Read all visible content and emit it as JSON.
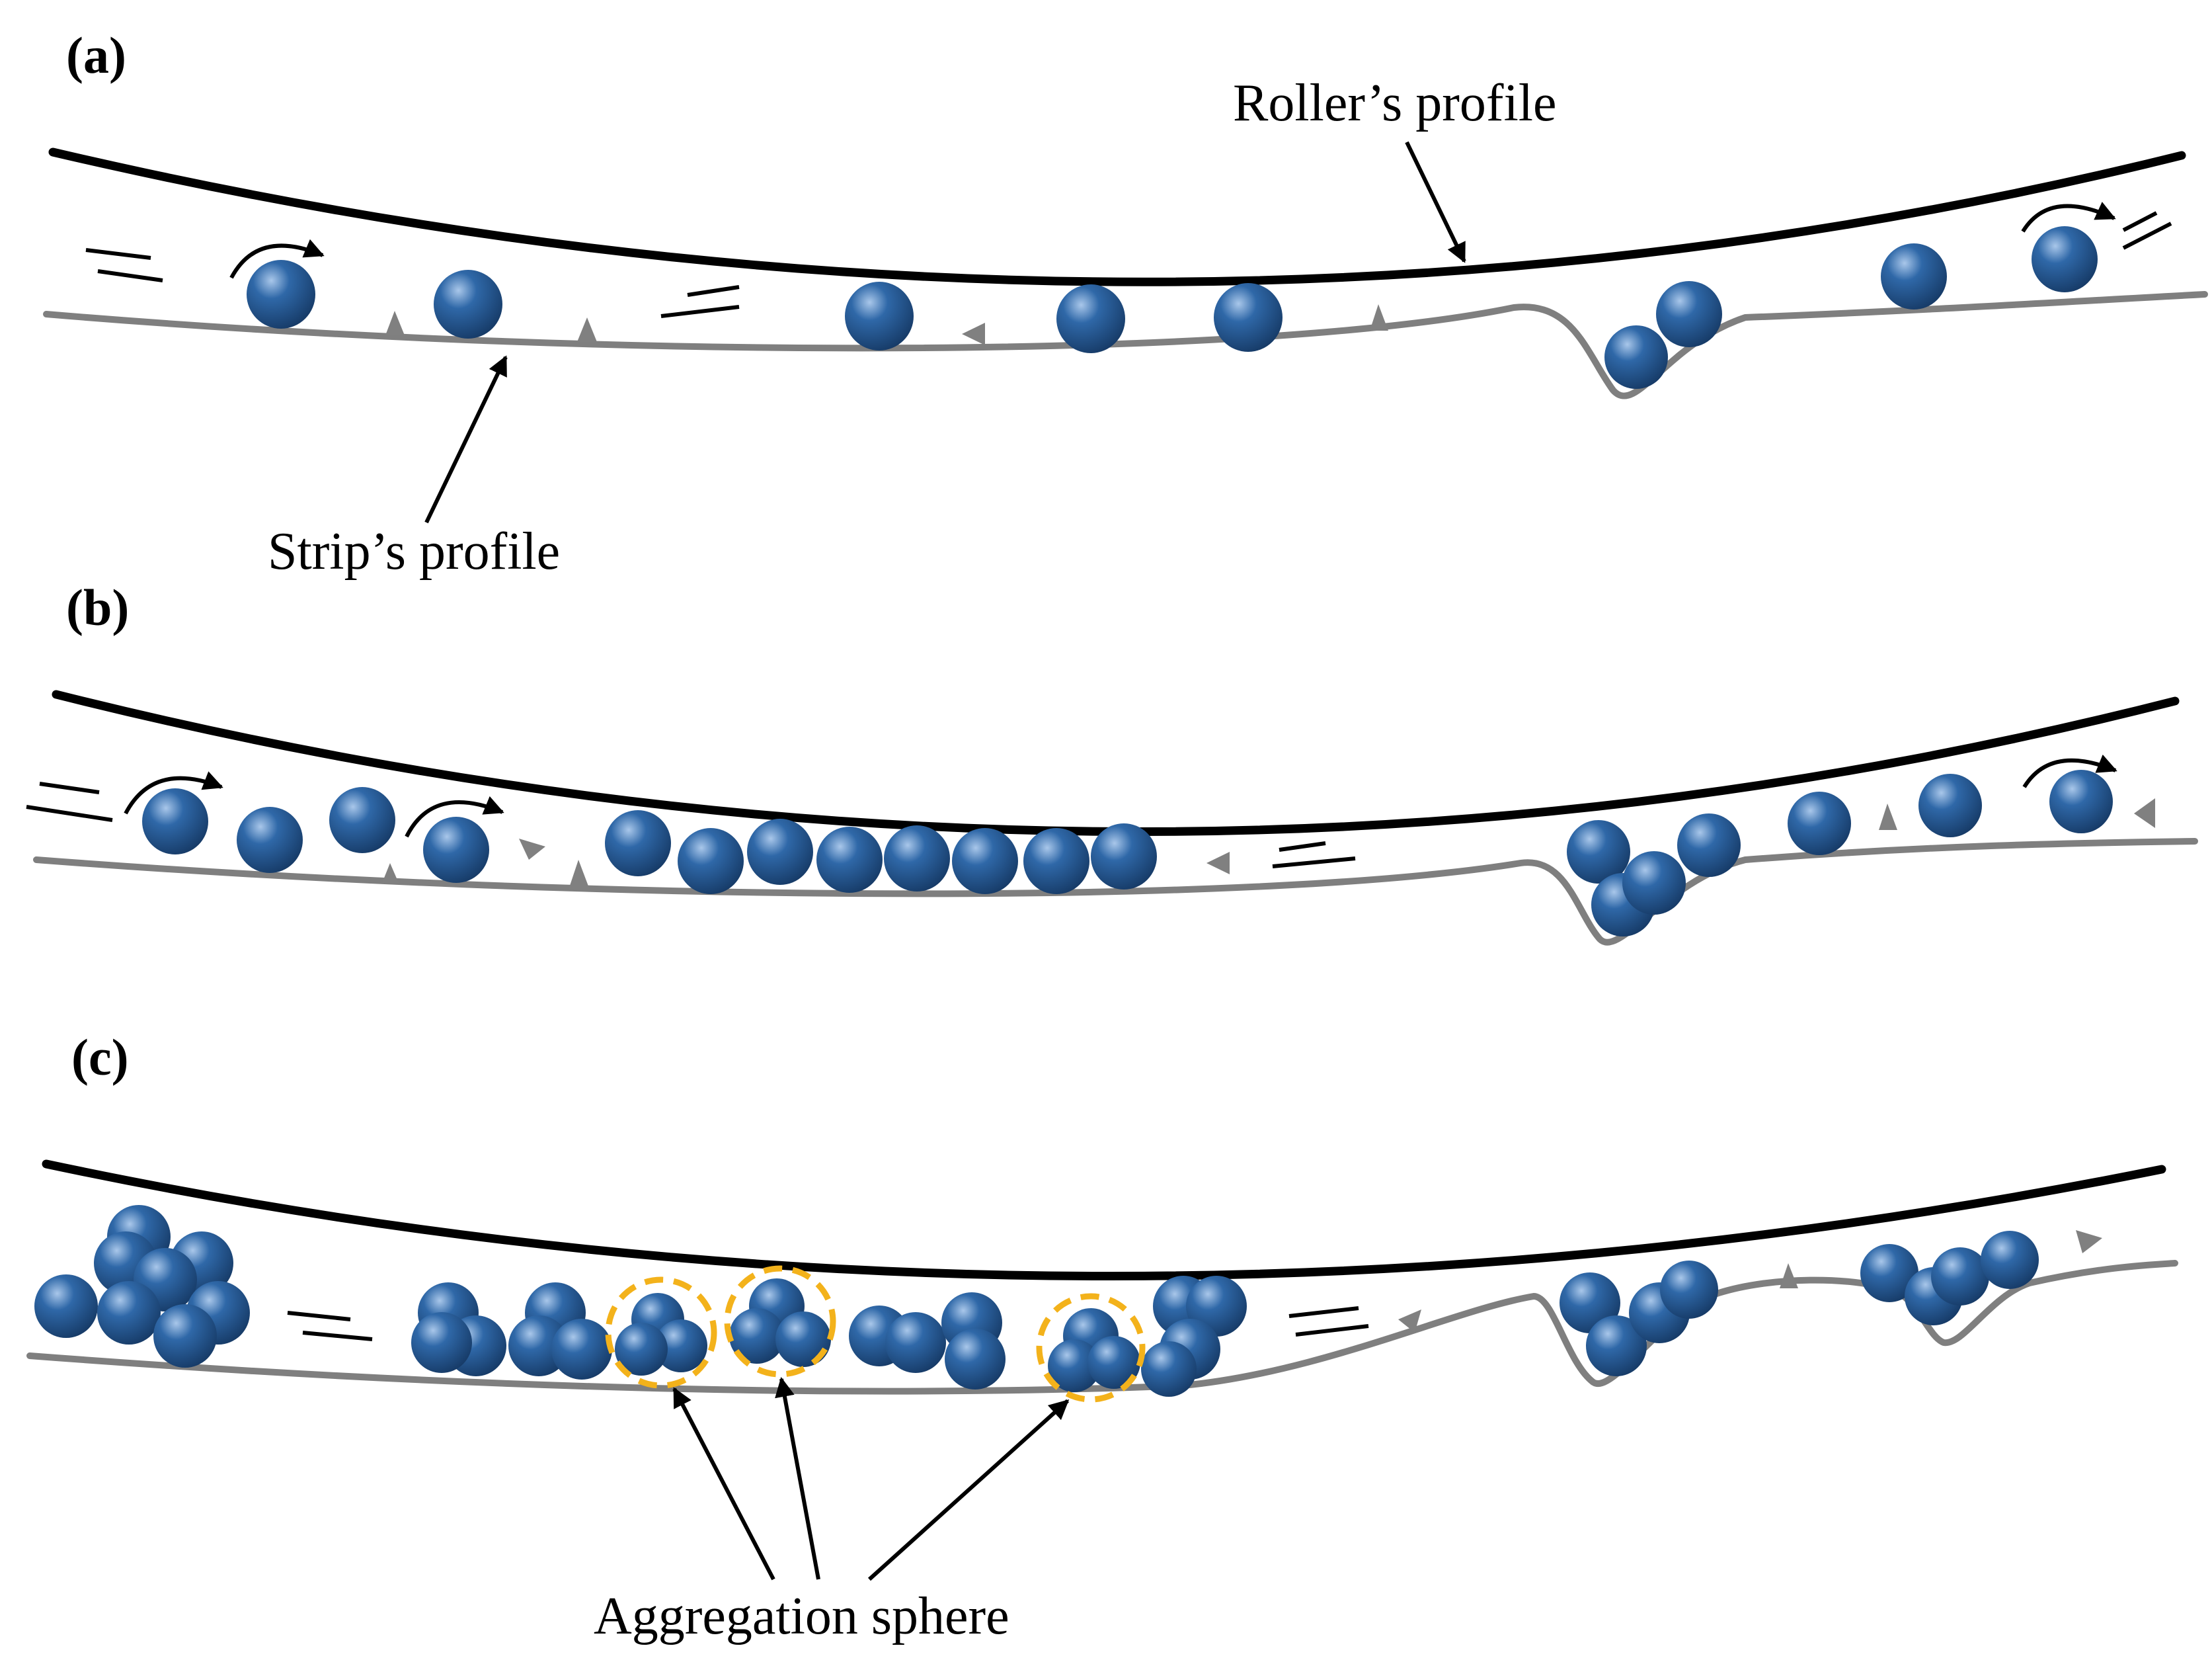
{
  "panels": [
    {
      "id": "a",
      "label": "(a)"
    },
    {
      "id": "b",
      "label": "(b)"
    },
    {
      "id": "c",
      "label": "(c)"
    }
  ],
  "annotations": {
    "roller": "Roller’s profile",
    "strip": "Strip’s profile",
    "aggregation": "Aggregation sphere"
  },
  "colors": {
    "particle": "#2f68a8",
    "particle_highlight": "#a9c7ea",
    "particle_shadow": "#163a66",
    "roller": "#000000",
    "strip": "#7f7f7f",
    "aggregation_ring": "#f3b21b",
    "asperity": "#808080"
  }
}
